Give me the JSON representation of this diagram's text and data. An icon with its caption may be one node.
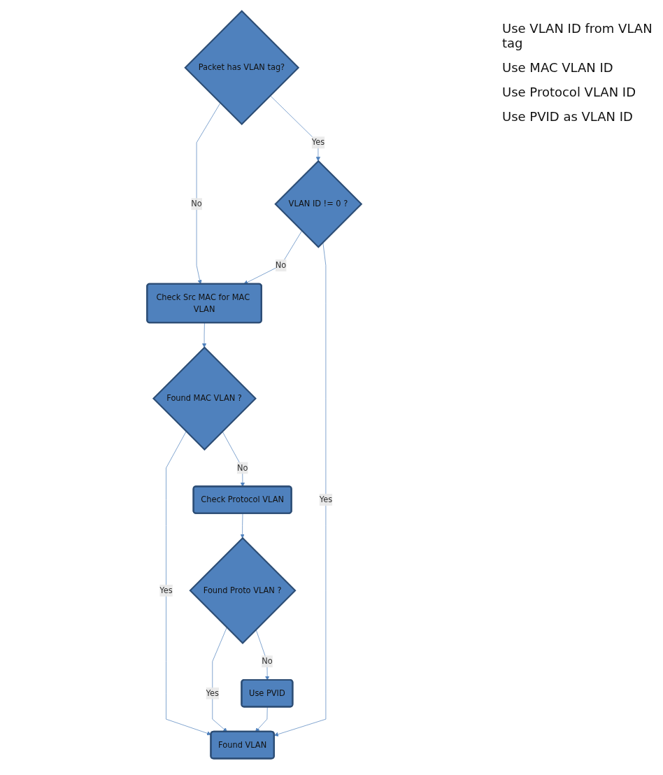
{
  "diagram": {
    "nodes": [
      {
        "text": [
          "Packet has VLAN tag?"
        ]
      },
      {
        "text": [
          "VLAN ID != 0 ?"
        ]
      },
      {
        "text": [
          "Check Src MAC for MAC VLAN"
        ]
      },
      {
        "text": [
          "Found MAC VLAN ?"
        ]
      },
      {
        "text": [
          "Check Protocol VLAN"
        ]
      },
      {
        "text": [
          "Found Proto VLAN ?"
        ]
      },
      {
        "text": [
          "Use PVID"
        ]
      },
      {
        "text": [
          "Found VLAN"
        ]
      }
    ],
    "edges": [
      {
        "from": 0,
        "to": 2,
        "arrow": "to",
        "label": "No"
      },
      {
        "from": 0,
        "to": 1,
        "arrow": "to",
        "label": "Yes"
      },
      {
        "from": 1,
        "to": 2,
        "arrow": "to",
        "label": "No"
      },
      {
        "from": 1,
        "to": 7,
        "arrow": "to",
        "label": "Yes"
      },
      {
        "from": 2,
        "to": 3,
        "arrow": "to"
      },
      {
        "from": 3,
        "to": 7,
        "arrow": "to",
        "label": "Yes"
      },
      {
        "from": 3,
        "to": 4,
        "arrow": "to",
        "label": "No"
      },
      {
        "from": 4,
        "to": 5,
        "arrow": "to"
      },
      {
        "from": 5,
        "to": 7,
        "arrow": "to",
        "label": "Yes"
      },
      {
        "from": 5,
        "to": 6,
        "arrow": "to",
        "label": "No"
      },
      {
        "from": 6,
        "to": 7,
        "arrow": "to"
      }
    ],
    "labels": [
      "Use VLAN ID from VLAN tag",
      "Use MAC VLAN ID",
      "Use Protocol VLAN ID",
      "Use PVID as VLAN ID"
    ]
  }
}
